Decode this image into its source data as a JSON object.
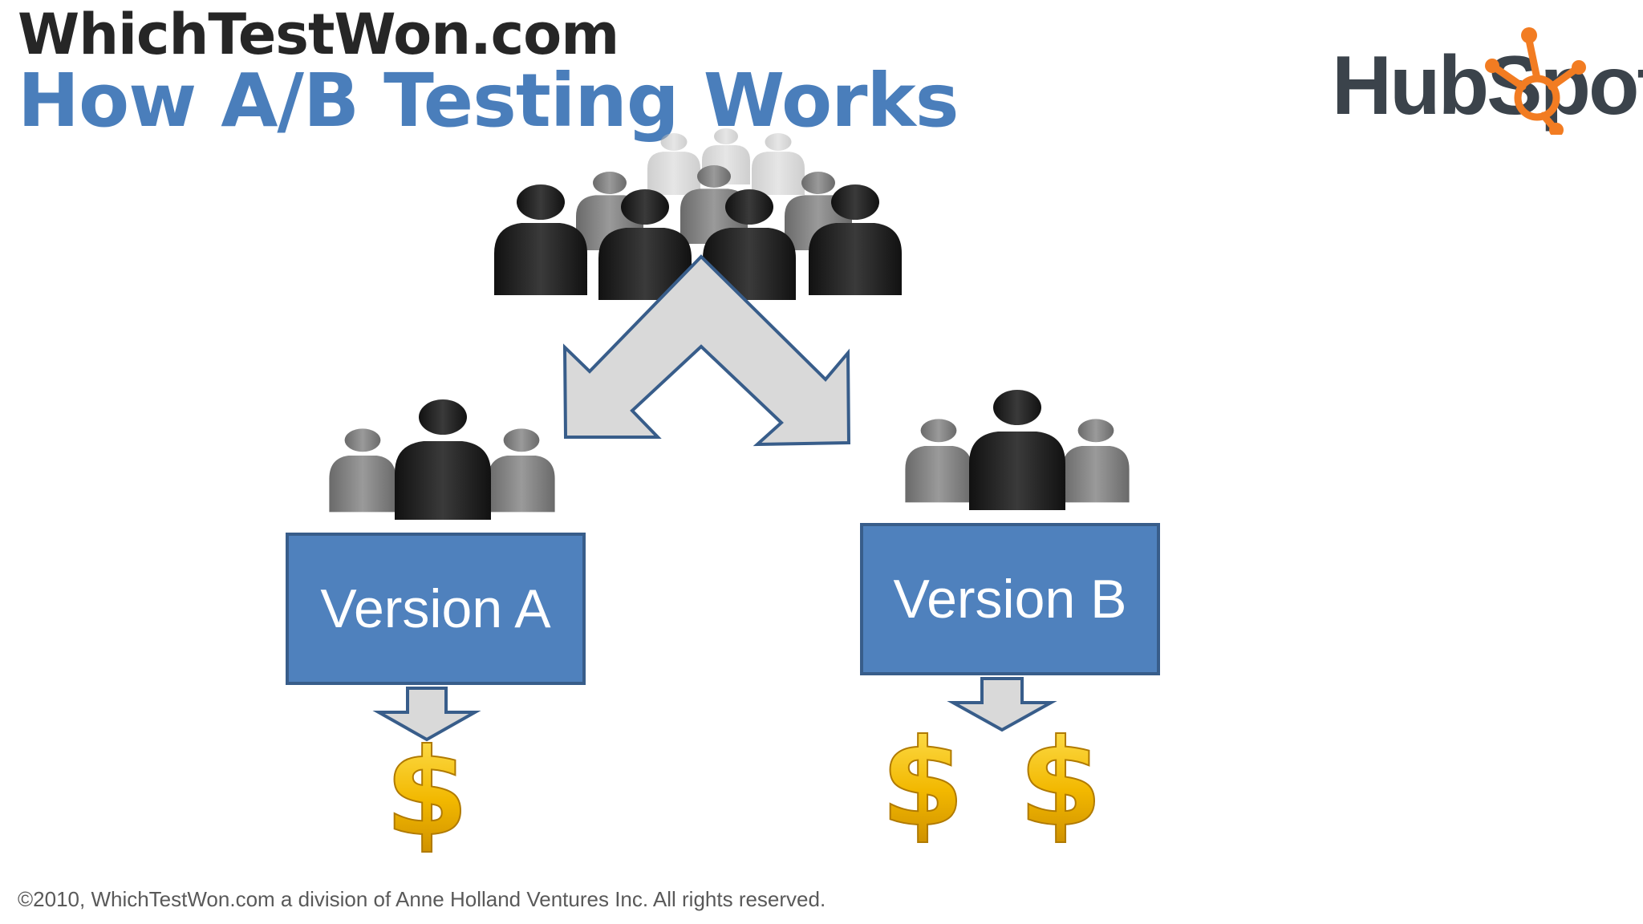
{
  "header": {
    "site_title": "WhichTestWon.com",
    "slide_title": "How A/B Testing Works"
  },
  "logo": {
    "brand_name": "HubSpot",
    "brand_color": "#3b434b",
    "accent_color": "#f27c22"
  },
  "diagram": {
    "version_a": {
      "label": "Version A",
      "revenue_symbols": 1
    },
    "version_b": {
      "label": "Version B",
      "revenue_symbols": 2
    },
    "box_color": "#4f81bd",
    "box_border_color": "#385d8a",
    "arrow_color": "#d9d9d9",
    "arrow_outline_color": "#385d8a",
    "icons": [
      "people-group-icon",
      "split-arrow-icon",
      "down-arrow-icon",
      "dollar-sign-icon"
    ]
  },
  "footer": {
    "copyright": "©2010, WhichTestWon.com a division of Anne Holland Ventures Inc.  All rights reserved."
  }
}
